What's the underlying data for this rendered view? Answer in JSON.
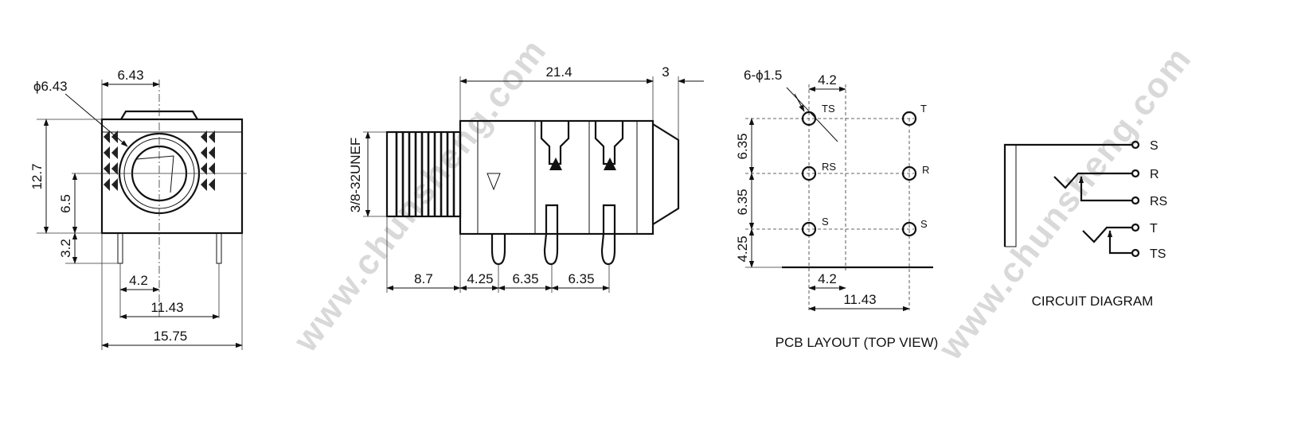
{
  "watermarks": [
    "www.chunsheng.com",
    "www.chunsheng.com"
  ],
  "front_view": {
    "d_643": "6.43",
    "phi_643": "ϕ6.43",
    "d_127": "12.7",
    "d_65": "6.5",
    "d_32": "3.2",
    "d_42": "4.2",
    "d_1143": "11.43",
    "d_1575": "15.75"
  },
  "side_view": {
    "d_214": "21.4",
    "d_3": "3",
    "thread": "3/8-32UNEF",
    "d_87": "8.7",
    "d_425": "4.25",
    "d_635a": "6.35",
    "d_635b": "6.35"
  },
  "pcb_layout": {
    "holes": "6-ϕ1.5",
    "d_42_top": "4.2",
    "d_635a": "6.35",
    "d_635b": "6.35",
    "d_425": "4.25",
    "d_42_bottom": "4.2",
    "d_1143": "11.43",
    "pin_ts": "TS",
    "pin_t": "T",
    "pin_rs": "RS",
    "pin_r": "R",
    "pin_s_left": "S",
    "pin_s_right": "S",
    "caption": "PCB LAYOUT (TOP VIEW)"
  },
  "circuit": {
    "s": "S",
    "r": "R",
    "rs": "RS",
    "t": "T",
    "ts": "TS",
    "caption": "CIRCUIT DIAGRAM"
  }
}
